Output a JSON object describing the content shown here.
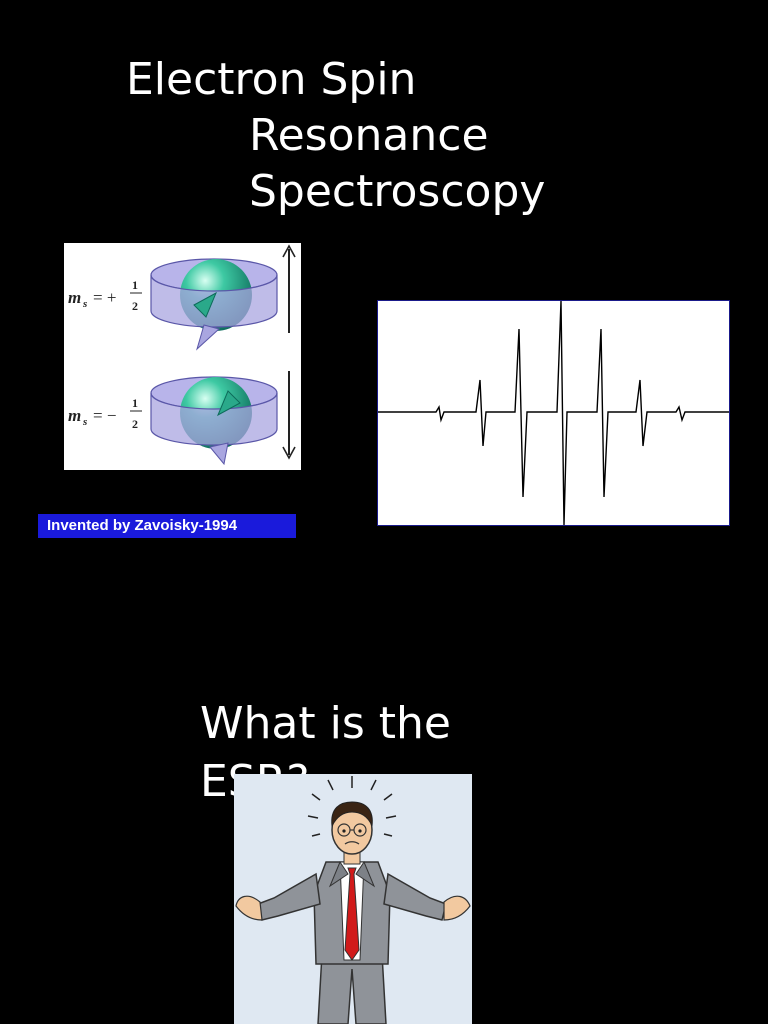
{
  "slide": {
    "title_lines": [
      "Electron Spin",
      "Resonance",
      "Spectroscopy"
    ],
    "caption": "Invented by Zavoisky-1994",
    "question_lines": [
      "What is the",
      "ESR?"
    ]
  },
  "spin_diagram": {
    "upper_label": "m_s = +1/2",
    "lower_label": "m_s = −1/2",
    "ring_color": "#a9a6e0",
    "sphere_color": "#2aa98a"
  },
  "colors": {
    "background": "#000000",
    "caption_bg": "#1a1adb",
    "tie": "#d11a1a"
  }
}
